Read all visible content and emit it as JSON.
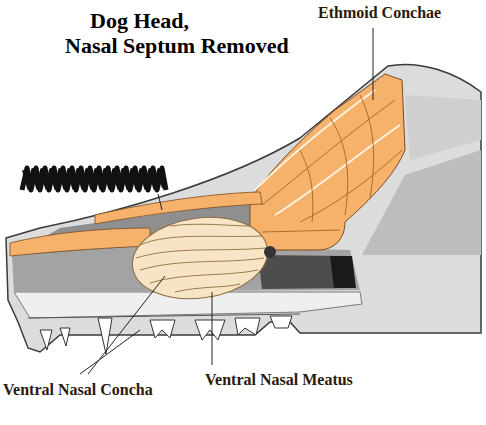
{
  "diagram": {
    "title": "Dog Head, Nasal Septum Removed",
    "labels": [
      "Ethmoid Conchae",
      "Ventral Nasal Concha",
      "Ventral Nasal Meatus"
    ]
  }
}
